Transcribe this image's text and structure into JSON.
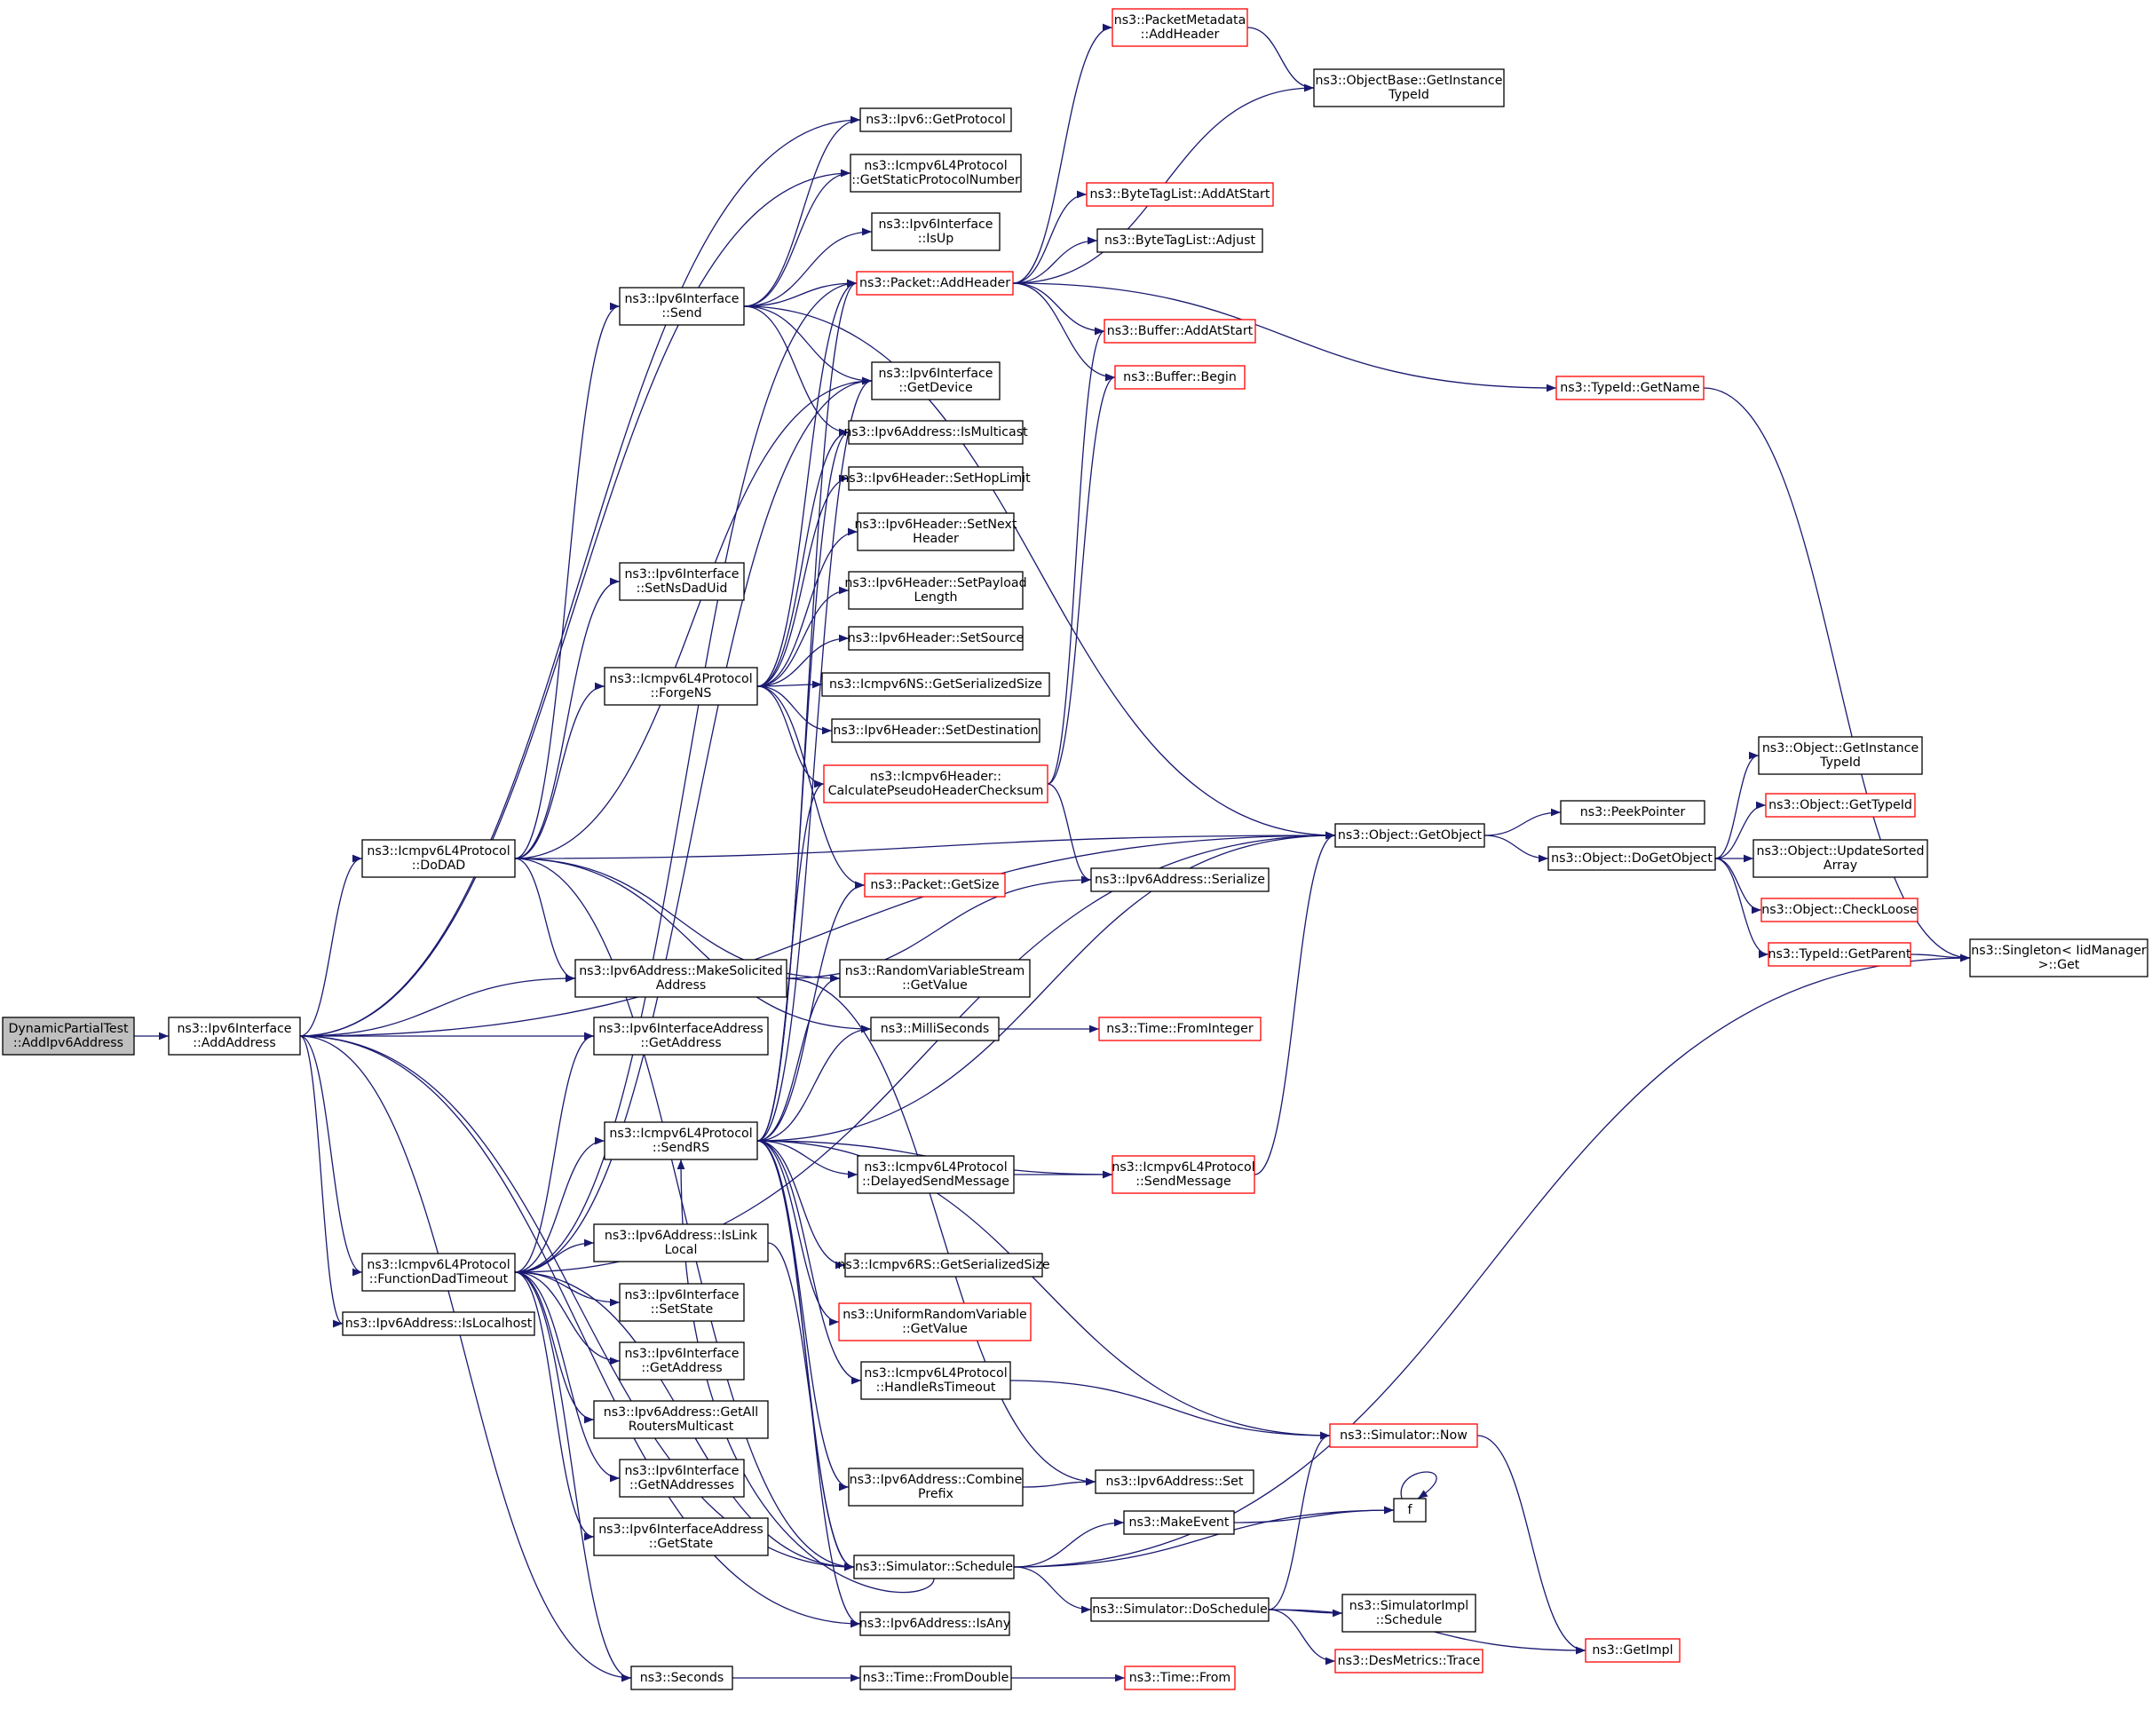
{
  "colors": {
    "edge": "#191970",
    "box_border": "#000000",
    "box_border_truncated": "#ff0000",
    "root_fill": "#bfbfbf",
    "box_fill": "#ffffff"
  },
  "nodes": [
    {
      "id": "root",
      "lines": [
        "DynamicPartialTest",
        "::AddIpv6Address"
      ],
      "style": "root"
    },
    {
      "id": "addAddress",
      "lines": [
        "ns3::Ipv6Interface",
        "::AddAddress"
      ],
      "style": "normal"
    },
    {
      "id": "doDAD",
      "lines": [
        "ns3::Icmpv6L4Protocol",
        "::DoDAD"
      ],
      "style": "normal"
    },
    {
      "id": "funcDad",
      "lines": [
        "ns3::Icmpv6L4Protocol",
        "::FunctionDadTimeout"
      ],
      "style": "normal"
    },
    {
      "id": "isLocalhost",
      "lines": [
        "ns3::Ipv6Address::IsLocalhost"
      ],
      "style": "normal"
    },
    {
      "id": "ifSend",
      "lines": [
        "ns3::Ipv6Interface",
        "::Send"
      ],
      "style": "normal"
    },
    {
      "id": "setNsDadUid",
      "lines": [
        "ns3::Ipv6Interface",
        "::SetNsDadUid"
      ],
      "style": "normal"
    },
    {
      "id": "forgeNS",
      "lines": [
        "ns3::Icmpv6L4Protocol",
        "::ForgeNS"
      ],
      "style": "normal"
    },
    {
      "id": "makeSolicited",
      "lines": [
        "ns3::Ipv6Address::MakeSolicited",
        "Address"
      ],
      "style": "normal"
    },
    {
      "id": "ifAddrGetAddress",
      "lines": [
        "ns3::Ipv6InterfaceAddress",
        "::GetAddress"
      ],
      "style": "normal"
    },
    {
      "id": "sendRS",
      "lines": [
        "ns3::Icmpv6L4Protocol",
        "::SendRS"
      ],
      "style": "normal"
    },
    {
      "id": "isLinkLocal",
      "lines": [
        "ns3::Ipv6Address::IsLink",
        "Local"
      ],
      "style": "normal"
    },
    {
      "id": "setState",
      "lines": [
        "ns3::Ipv6Interface",
        "::SetState"
      ],
      "style": "normal"
    },
    {
      "id": "ifGetAddress",
      "lines": [
        "ns3::Ipv6Interface",
        "::GetAddress"
      ],
      "style": "normal"
    },
    {
      "id": "getAllRouters",
      "lines": [
        "ns3::Ipv6Address::GetAll",
        "RoutersMulticast"
      ],
      "style": "normal"
    },
    {
      "id": "getNAddresses",
      "lines": [
        "ns3::Ipv6Interface",
        "::GetNAddresses"
      ],
      "style": "normal"
    },
    {
      "id": "ifAddrGetState",
      "lines": [
        "ns3::Ipv6InterfaceAddress",
        "::GetState"
      ],
      "style": "normal"
    },
    {
      "id": "seconds",
      "lines": [
        "ns3::Seconds"
      ],
      "style": "normal"
    },
    {
      "id": "ipv6GetProtocol",
      "lines": [
        "ns3::Ipv6::GetProtocol"
      ],
      "style": "normal"
    },
    {
      "id": "getStaticProto",
      "lines": [
        "ns3::Icmpv6L4Protocol",
        "::GetStaticProtocolNumber"
      ],
      "style": "normal"
    },
    {
      "id": "isUp",
      "lines": [
        "ns3::Ipv6Interface",
        "::IsUp"
      ],
      "style": "normal"
    },
    {
      "id": "packetAddHeader",
      "lines": [
        "ns3::Packet::AddHeader"
      ],
      "style": "truncated"
    },
    {
      "id": "getDevice",
      "lines": [
        "ns3::Ipv6Interface",
        "::GetDevice"
      ],
      "style": "normal"
    },
    {
      "id": "isMulticast",
      "lines": [
        "ns3::Ipv6Address::IsMulticast"
      ],
      "style": "normal"
    },
    {
      "id": "setHopLimit",
      "lines": [
        "ns3::Ipv6Header::SetHopLimit"
      ],
      "style": "normal"
    },
    {
      "id": "setNextHeader",
      "lines": [
        "ns3::Ipv6Header::SetNext",
        "Header"
      ],
      "style": "normal"
    },
    {
      "id": "setPayloadLength",
      "lines": [
        "ns3::Ipv6Header::SetPayload",
        "Length"
      ],
      "style": "normal"
    },
    {
      "id": "setSource",
      "lines": [
        "ns3::Ipv6Header::SetSource"
      ],
      "style": "normal"
    },
    {
      "id": "nsGetSerSize",
      "lines": [
        "ns3::Icmpv6NS::GetSerializedSize"
      ],
      "style": "normal"
    },
    {
      "id": "setDestination",
      "lines": [
        "ns3::Ipv6Header::SetDestination"
      ],
      "style": "normal"
    },
    {
      "id": "calcPseudo",
      "lines": [
        "ns3::Icmpv6Header::",
        "CalculatePseudoHeaderChecksum"
      ],
      "style": "truncated"
    },
    {
      "id": "packetGetSize",
      "lines": [
        "ns3::Packet::GetSize"
      ],
      "style": "truncated"
    },
    {
      "id": "rvsGetValue",
      "lines": [
        "ns3::RandomVariableStream",
        "::GetValue"
      ],
      "style": "normal"
    },
    {
      "id": "milliSeconds",
      "lines": [
        "ns3::MilliSeconds"
      ],
      "style": "normal"
    },
    {
      "id": "delayedSend",
      "lines": [
        "ns3::Icmpv6L4Protocol",
        "::DelayedSendMessage"
      ],
      "style": "normal"
    },
    {
      "id": "rsGetSerSize",
      "lines": [
        "ns3::Icmpv6RS::GetSerializedSize"
      ],
      "style": "normal"
    },
    {
      "id": "urvGetValue",
      "lines": [
        "ns3::UniformRandomVariable",
        "::GetValue"
      ],
      "style": "truncated"
    },
    {
      "id": "handleRsTimeout",
      "lines": [
        "ns3::Icmpv6L4Protocol",
        "::HandleRsTimeout"
      ],
      "style": "normal"
    },
    {
      "id": "combinePrefix",
      "lines": [
        "ns3::Ipv6Address::Combine",
        "Prefix"
      ],
      "style": "normal"
    },
    {
      "id": "simSchedule",
      "lines": [
        "ns3::Simulator::Schedule"
      ],
      "style": "normal"
    },
    {
      "id": "isAny",
      "lines": [
        "ns3::Ipv6Address::IsAny"
      ],
      "style": "normal"
    },
    {
      "id": "fromDouble",
      "lines": [
        "ns3::Time::FromDouble"
      ],
      "style": "normal"
    },
    {
      "id": "pmAddHeader",
      "lines": [
        "ns3::PacketMetadata",
        "::AddHeader"
      ],
      "style": "truncated"
    },
    {
      "id": "objBaseGetInst",
      "lines": [
        "ns3::ObjectBase::GetInstance",
        "TypeId"
      ],
      "style": "normal"
    },
    {
      "id": "btlAddAtStart",
      "lines": [
        "ns3::ByteTagList::AddAtStart"
      ],
      "style": "truncated"
    },
    {
      "id": "btlAdjust",
      "lines": [
        "ns3::ByteTagList::Adjust"
      ],
      "style": "normal"
    },
    {
      "id": "bufAddAtStart",
      "lines": [
        "ns3::Buffer::AddAtStart"
      ],
      "style": "truncated"
    },
    {
      "id": "bufBegin",
      "lines": [
        "ns3::Buffer::Begin"
      ],
      "style": "truncated"
    },
    {
      "id": "ipv6AddrSerialize",
      "lines": [
        "ns3::Ipv6Address::Serialize"
      ],
      "style": "normal"
    },
    {
      "id": "timeFromInteger",
      "lines": [
        "ns3::Time::FromInteger"
      ],
      "style": "truncated"
    },
    {
      "id": "sendMessage",
      "lines": [
        "ns3::Icmpv6L4Protocol",
        "::SendMessage"
      ],
      "style": "truncated"
    },
    {
      "id": "simNow",
      "lines": [
        "ns3::Simulator::Now"
      ],
      "style": "truncated"
    },
    {
      "id": "ipv6AddrSet",
      "lines": [
        "ns3::Ipv6Address::Set"
      ],
      "style": "normal"
    },
    {
      "id": "makeEvent",
      "lines": [
        "ns3::MakeEvent"
      ],
      "style": "normal"
    },
    {
      "id": "f",
      "lines": [
        "f"
      ],
      "style": "normal"
    },
    {
      "id": "doSchedule",
      "lines": [
        "ns3::Simulator::DoSchedule"
      ],
      "style": "normal"
    },
    {
      "id": "timeFrom",
      "lines": [
        "ns3::Time::From"
      ],
      "style": "truncated"
    },
    {
      "id": "typeIdGetName",
      "lines": [
        "ns3::TypeId::GetName"
      ],
      "style": "truncated"
    },
    {
      "id": "objGetObject",
      "lines": [
        "ns3::Object::GetObject"
      ],
      "style": "normal"
    },
    {
      "id": "peekPointer",
      "lines": [
        "ns3::PeekPointer"
      ],
      "style": "normal"
    },
    {
      "id": "doGetObject",
      "lines": [
        "ns3::Object::DoGetObject"
      ],
      "style": "normal"
    },
    {
      "id": "simImplSchedule",
      "lines": [
        "ns3::SimulatorImpl",
        "::Schedule"
      ],
      "style": "normal"
    },
    {
      "id": "desTrace",
      "lines": [
        "ns3::DesMetrics::Trace"
      ],
      "style": "truncated"
    },
    {
      "id": "getImpl",
      "lines": [
        "ns3::GetImpl"
      ],
      "style": "truncated"
    },
    {
      "id": "objGetInstTypeId",
      "lines": [
        "ns3::Object::GetInstance",
        "TypeId"
      ],
      "style": "normal"
    },
    {
      "id": "objGetTypeId",
      "lines": [
        "ns3::Object::GetTypeId"
      ],
      "style": "truncated"
    },
    {
      "id": "updateSorted",
      "lines": [
        "ns3::Object::UpdateSorted",
        "Array"
      ],
      "style": "normal"
    },
    {
      "id": "checkLoose",
      "lines": [
        "ns3::Object::CheckLoose"
      ],
      "style": "truncated"
    },
    {
      "id": "typeIdGetParent",
      "lines": [
        "ns3::TypeId::GetParent"
      ],
      "style": "truncated"
    },
    {
      "id": "singletonGet",
      "lines": [
        "ns3::Singleton< IidManager",
        " >::Get"
      ],
      "style": "normal"
    }
  ],
  "edges": [
    [
      "root",
      "addAddress"
    ],
    [
      "addAddress",
      "objGetObject"
    ],
    [
      "addAddress",
      "ipv6GetProtocol"
    ],
    [
      "addAddress",
      "getStaticProto"
    ],
    [
      "addAddress",
      "doDAD"
    ],
    [
      "addAddress",
      "makeSolicited"
    ],
    [
      "addAddress",
      "ifAddrGetAddress"
    ],
    [
      "addAddress",
      "funcDad"
    ],
    [
      "addAddress",
      "isLocalhost"
    ],
    [
      "addAddress",
      "simSchedule"
    ],
    [
      "addAddress",
      "seconds"
    ],
    [
      "addAddress",
      "isAny"
    ],
    [
      "doDAD",
      "ifSend"
    ],
    [
      "doDAD",
      "setNsDadUid"
    ],
    [
      "doDAD",
      "forgeNS"
    ],
    [
      "doDAD",
      "getDevice"
    ],
    [
      "doDAD",
      "objGetObject"
    ],
    [
      "doDAD",
      "makeSolicited"
    ],
    [
      "doDAD",
      "rvsGetValue"
    ],
    [
      "doDAD",
      "milliSeconds"
    ],
    [
      "doDAD",
      "simSchedule"
    ],
    [
      "funcDad",
      "isLinkLocal"
    ],
    [
      "funcDad",
      "setState"
    ],
    [
      "funcDad",
      "ifGetAddress"
    ],
    [
      "funcDad",
      "getAllRouters"
    ],
    [
      "funcDad",
      "getNAddresses"
    ],
    [
      "funcDad",
      "ifAddrGetState"
    ],
    [
      "funcDad",
      "seconds"
    ],
    [
      "funcDad",
      "sendRS"
    ],
    [
      "funcDad",
      "ifAddrGetAddress"
    ],
    [
      "funcDad",
      "getDevice"
    ],
    [
      "funcDad",
      "objGetObject"
    ],
    [
      "funcDad",
      "simSchedule"
    ],
    [
      "funcDad",
      "packetAddHeader"
    ],
    [
      "ifSend",
      "ipv6GetProtocol"
    ],
    [
      "ifSend",
      "getStaticProto"
    ],
    [
      "ifSend",
      "isUp"
    ],
    [
      "ifSend",
      "packetAddHeader"
    ],
    [
      "ifSend",
      "getDevice"
    ],
    [
      "ifSend",
      "isMulticast"
    ],
    [
      "ifSend",
      "objGetObject"
    ],
    [
      "forgeNS",
      "packetAddHeader"
    ],
    [
      "forgeNS",
      "setHopLimit"
    ],
    [
      "forgeNS",
      "setNextHeader"
    ],
    [
      "forgeNS",
      "setPayloadLength"
    ],
    [
      "forgeNS",
      "setSource"
    ],
    [
      "forgeNS",
      "nsGetSerSize"
    ],
    [
      "forgeNS",
      "setDestination"
    ],
    [
      "forgeNS",
      "calcPseudo"
    ],
    [
      "forgeNS",
      "packetGetSize"
    ],
    [
      "forgeNS",
      "isMulticast"
    ],
    [
      "makeSolicited",
      "ipv6AddrSerialize"
    ],
    [
      "makeSolicited",
      "ipv6AddrSet"
    ],
    [
      "sendRS",
      "packetAddHeader"
    ],
    [
      "sendRS",
      "getDevice"
    ],
    [
      "sendRS",
      "isMulticast"
    ],
    [
      "sendRS",
      "calcPseudo"
    ],
    [
      "sendRS",
      "packetGetSize"
    ],
    [
      "sendRS",
      "rvsGetValue"
    ],
    [
      "sendRS",
      "milliSeconds"
    ],
    [
      "sendRS",
      "delayedSend"
    ],
    [
      "sendRS",
      "sendMessage"
    ],
    [
      "sendRS",
      "rsGetSerSize"
    ],
    [
      "sendRS",
      "urvGetValue"
    ],
    [
      "sendRS",
      "handleRsTimeout"
    ],
    [
      "sendRS",
      "simNow"
    ],
    [
      "sendRS",
      "combinePrefix"
    ],
    [
      "sendRS",
      "simSchedule"
    ],
    [
      "sendRS",
      "isAny"
    ],
    [
      "sendRS",
      "objGetObject"
    ],
    [
      "isLinkLocal",
      "simSchedule"
    ],
    [
      "seconds",
      "fromDouble"
    ],
    [
      "packetAddHeader",
      "pmAddHeader"
    ],
    [
      "packetAddHeader",
      "objBaseGetInst"
    ],
    [
      "packetAddHeader",
      "btlAddAtStart"
    ],
    [
      "packetAddHeader",
      "btlAdjust"
    ],
    [
      "packetAddHeader",
      "bufAddAtStart"
    ],
    [
      "packetAddHeader",
      "bufBegin"
    ],
    [
      "packetAddHeader",
      "typeIdGetName"
    ],
    [
      "pmAddHeader",
      "objBaseGetInst"
    ],
    [
      "calcPseudo",
      "bufAddAtStart"
    ],
    [
      "calcPseudo",
      "bufBegin"
    ],
    [
      "calcPseudo",
      "ipv6AddrSerialize"
    ],
    [
      "milliSeconds",
      "timeFromInteger"
    ],
    [
      "delayedSend",
      "sendMessage"
    ],
    [
      "sendMessage",
      "objGetObject"
    ],
    [
      "handleRsTimeout",
      "simNow"
    ],
    [
      "combinePrefix",
      "ipv6AddrSet"
    ],
    [
      "simSchedule",
      "makeEvent"
    ],
    [
      "simSchedule",
      "f"
    ],
    [
      "simSchedule",
      "doSchedule"
    ],
    [
      "simSchedule",
      "singletonGet"
    ],
    [
      "simSchedule",
      "sendRS"
    ],
    [
      "makeEvent",
      "f"
    ],
    [
      "f",
      "f"
    ],
    [
      "doSchedule",
      "simNow"
    ],
    [
      "doSchedule",
      "simImplSchedule"
    ],
    [
      "doSchedule",
      "desTrace"
    ],
    [
      "doSchedule",
      "getImpl"
    ],
    [
      "simNow",
      "getImpl"
    ],
    [
      "fromDouble",
      "timeFrom"
    ],
    [
      "typeIdGetName",
      "singletonGet"
    ],
    [
      "objGetObject",
      "peekPointer"
    ],
    [
      "objGetObject",
      "doGetObject"
    ],
    [
      "doGetObject",
      "objGetInstTypeId"
    ],
    [
      "doGetObject",
      "objGetTypeId"
    ],
    [
      "doGetObject",
      "updateSorted"
    ],
    [
      "doGetObject",
      "checkLoose"
    ],
    [
      "doGetObject",
      "typeIdGetParent"
    ],
    [
      "typeIdGetParent",
      "singletonGet"
    ]
  ]
}
